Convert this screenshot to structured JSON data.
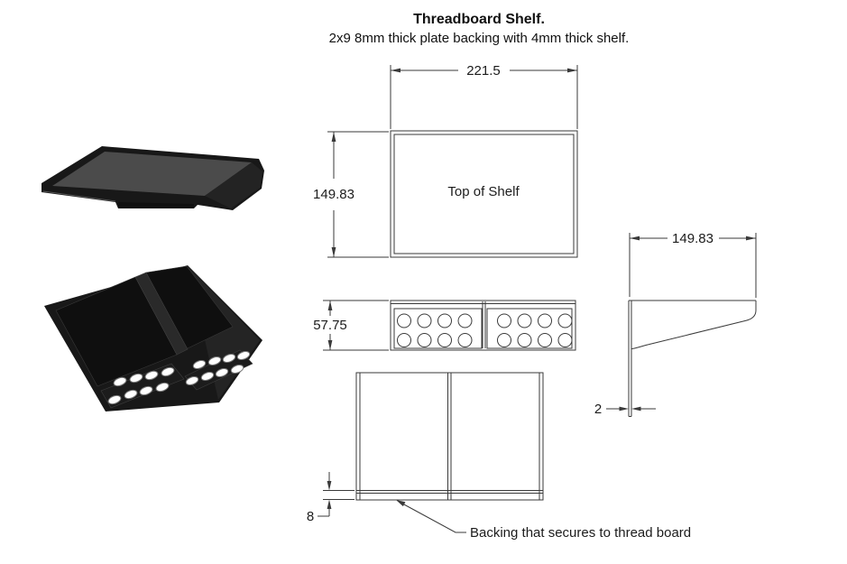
{
  "title": {
    "heading": "Threadboard Shelf.",
    "subtitle": "2x9 8mm thick plate backing with 4mm thick shelf."
  },
  "drawing": {
    "top_view": {
      "label": "Top of Shelf",
      "dim_width": "221.5",
      "dim_depth": "149.83"
    },
    "front_view": {
      "dim_height": "57.75"
    },
    "back_view": {
      "dim_thickness": "8",
      "note": "Backing that secures to thread board"
    },
    "side_view": {
      "dim_depth": "149.83",
      "dim_thickness": "2"
    }
  },
  "colors": {
    "line": "#3a3a3a",
    "text": "#1c1c1c",
    "render_body": "#181818",
    "render_top_surface": "#4b4b4b",
    "hole_fill": "#ffffff",
    "background": "#ffffff"
  }
}
